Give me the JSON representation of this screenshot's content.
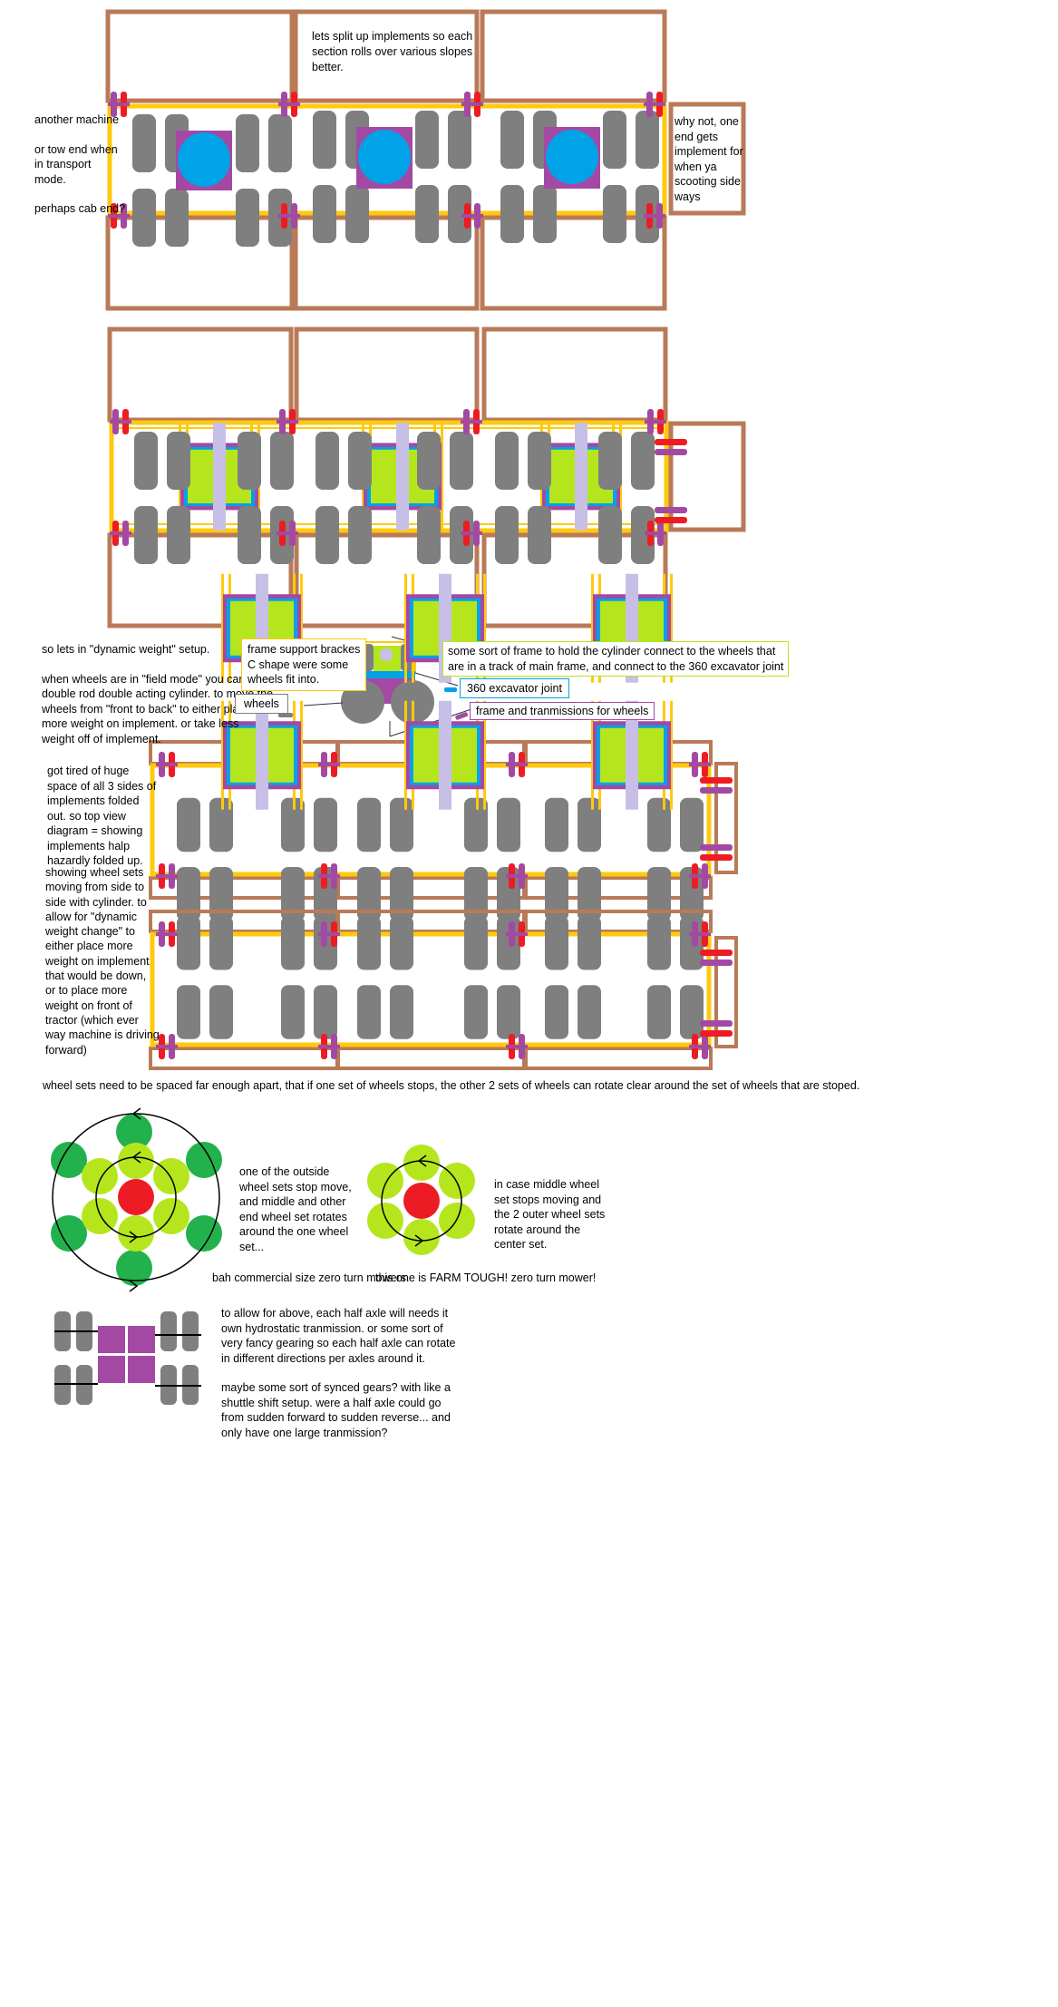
{
  "notes": {
    "split": [
      "lets split up implements so each",
      "section rolls over various slopes",
      "better."
    ],
    "another_machine": [
      "another machine",
      "",
      "or tow end when",
      "in transport",
      "mode.",
      "",
      "perhaps cab end?"
    ],
    "why_not": [
      "why not, one",
      "end gets",
      "implement for",
      "when ya",
      "scooting side",
      "ways"
    ],
    "dynamic": [
      "so lets in \"dynamic weight\" setup.",
      "",
      "when wheels are in \"field mode\" you can use a",
      "double rod double acting cylinder. to move the",
      "wheels from \"front to back\" to either place",
      "more weight on implement. or take less",
      "weight off of implement."
    ],
    "tired": [
      "got tired of huge",
      "space of all 3 sides of",
      "implements folded",
      "out. so top view",
      "diagram = showing",
      "implements halp",
      "hazardly folded up."
    ],
    "showing": [
      "showing wheel sets",
      "moving from side to",
      "side with cylinder. to",
      "allow for \"dynamic",
      "weight change\"  to",
      "either place more",
      "weight on implement",
      "that would be down,",
      "or to place more",
      "weight on front of",
      "tractor (which ever",
      "way machine is driving",
      "forward)"
    ],
    "spaced": "wheel sets need to be spaced far enough apart, that if one set of wheels stops, the other 2 sets of wheels can rotate clear around the set of wheels that are stoped.",
    "outside": [
      "one of the outside",
      "wheel sets stop move,",
      "and middle and other",
      "end wheel set rotates",
      "around the one wheel",
      "set..."
    ],
    "middle": [
      "in case middle wheel",
      "set stops moving and",
      "the 2 outer wheel sets",
      "rotate around the",
      "center set."
    ],
    "bah": "bah commercial size zero turn mowers.",
    "farm": "this one is FARM TOUGH! zero turn mower!",
    "axle": [
      "to allow for above, each half axle will needs it",
      "own hydrostatic tranmission.  or some sort of",
      "very fancy gearing so each half axle can rotate",
      "in different directions per axles around it.",
      "",
      "maybe some sort of synced gears? with like a",
      "shuttle shift setup. were a half axle could go",
      "from sudden forward to sudden reverse... and",
      "only have one large tranmission?"
    ]
  },
  "legend": {
    "brackets": [
      "frame support brackes",
      "C  shape were some",
      "wheels fit into."
    ],
    "frame_cyl": [
      "some sort of frame to hold the cylinder connect to the wheels that",
      "are in a track of main frame, and connect to the 360 excavator joint"
    ],
    "joint": "360 excavator joint",
    "wheels": "wheels",
    "tranmission": "frame and tranmissions for wheels"
  },
  "colors": {
    "frame_yellow": "#FFC90E",
    "implement_brown": "#B97A57",
    "tire_gray": "#7F7F7F",
    "pivot_purple": "#A349A4",
    "joint_blue": "#00A2E8",
    "cylinder_green": "#B5E61D",
    "cylinder_rod": "#C8BFE7",
    "connector_red": "#ED1C24",
    "orbit_green": "#22B14C",
    "legend_gray_border": "#7F7F7F"
  }
}
